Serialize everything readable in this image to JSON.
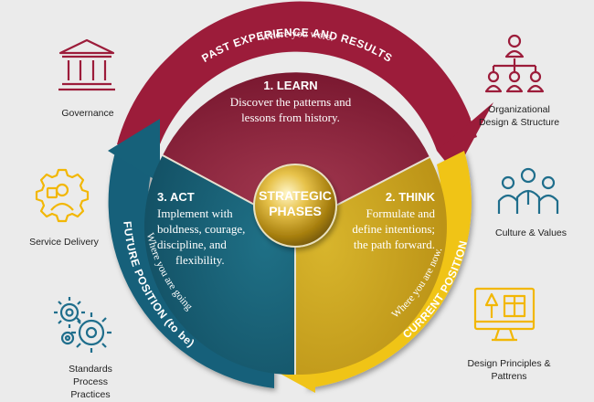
{
  "colors": {
    "red": "#9c1c3a",
    "teal": "#16617a",
    "gold": "#f0c419",
    "red_icon": "#9c1c3a",
    "gold_icon": "#f2b705",
    "teal_icon": "#1f6e8c"
  },
  "outer_ring": {
    "top_title": "PAST EXPERIENCE AND RESULTS",
    "top_subtitle": "Where you were.",
    "left_title": "FUTURE POSITION (to be)",
    "left_subtitle": "Where you are going",
    "right_title": "CURRENT POSITION",
    "right_subtitle": "Where you are now."
  },
  "segments": {
    "learn": {
      "title": "1. LEARN",
      "line1": "Discover the patterns and",
      "line2": "lessons from history."
    },
    "think": {
      "title": "2. THINK",
      "line1": "Formulate and",
      "line2": "define intentions;",
      "line3": "the path forward."
    },
    "act": {
      "title": "3. ACT",
      "line1": "Implement with",
      "line2": "boldness, courage,",
      "line3": "discipline, and",
      "line4": "flexibility."
    }
  },
  "center": {
    "line1": "STRATEGIC",
    "line2": "PHASES"
  },
  "side_items": {
    "governance": {
      "label": "Governance",
      "icon": "government-building-icon"
    },
    "service_delivery": {
      "label": "Service Delivery",
      "icon": "gear-person-icon"
    },
    "standards": {
      "line1": "Standards",
      "line2": "Process",
      "line3": "Practices",
      "icon": "gears-icon"
    },
    "org_design": {
      "line1": "Organizational",
      "line2": "Design & Structure",
      "icon": "org-chart-icon"
    },
    "culture": {
      "label": "Culture & Values",
      "icon": "people-group-icon"
    },
    "design_principles": {
      "line1": "Design Principles &",
      "line2": "Pattrens",
      "icon": "design-tools-icon"
    }
  }
}
